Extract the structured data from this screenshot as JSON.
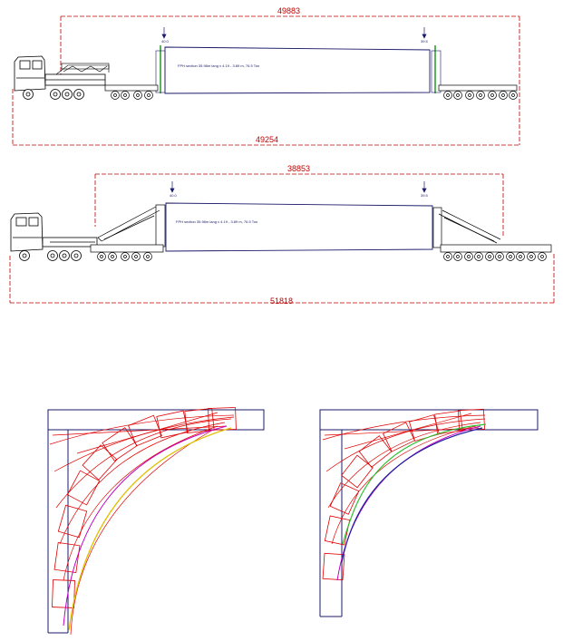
{
  "top_view": {
    "overall_length_top": "49883",
    "overall_length_bottom": "49254",
    "left_marker": "40.0",
    "right_marker": "39.5",
    "cargo_label": "FPH section 35.98m lang x 4.19 - 3.89 m, 76.5 Ton"
  },
  "bottom_view": {
    "overall_length_top": "38853",
    "overall_length_bottom": "51818",
    "left_marker": "40.0",
    "right_marker": "39.5",
    "cargo_label": "FPH section 35.98m lang x 4.19 - 3.89 m, 76.5 Ton"
  },
  "colors": {
    "dimension": "#c00000",
    "outline": "#1a1a6a",
    "ink": "#000000",
    "magenta": "#c000c0",
    "yellow": "#e0c000",
    "green": "#30c030",
    "red": "#e00000"
  }
}
